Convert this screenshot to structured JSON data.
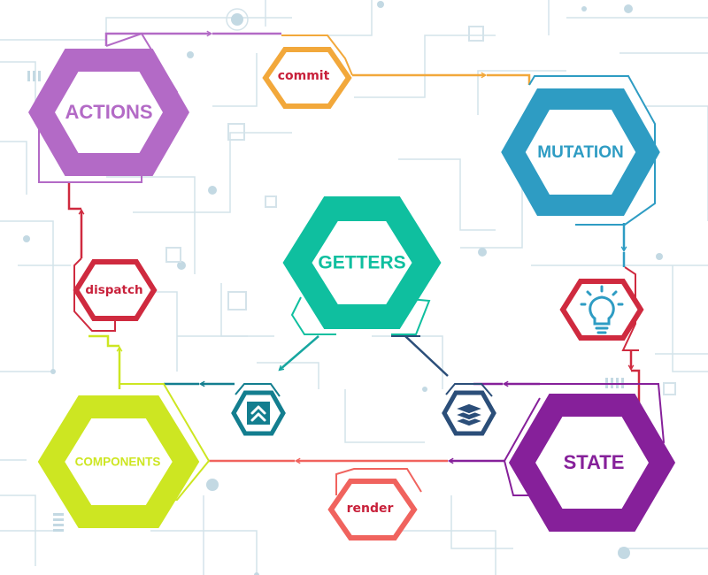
{
  "colors": {
    "actions": "#b36ac6",
    "commit": "#f2a83b",
    "mutation": "#2e9cc3",
    "bulb": "#cf2a3f",
    "state": "#86209a",
    "render": "#f0635e",
    "components": "#cde622",
    "dispatch": "#cf2a3f",
    "getters": "#0fbf9f",
    "getters_left_line": "#16a6a0",
    "getters_right_line": "#2b4e79",
    "left_icon": "#137e8f",
    "right_icon": "#2b4e79",
    "circuit": "#d4e3ea",
    "dot": "#c3d9e3"
  },
  "labels": {
    "actions": "ACTIONS",
    "mutation": "MUTATION",
    "state": "STATE",
    "components": "COMPONENTS",
    "getters": "GETTERS",
    "commit": "commit",
    "dispatch": "dispatch",
    "render": "render"
  },
  "icons": {
    "bulb": "lightbulb-icon",
    "left": "double-chevron-up-icon",
    "right": "layers-stack-icon"
  }
}
